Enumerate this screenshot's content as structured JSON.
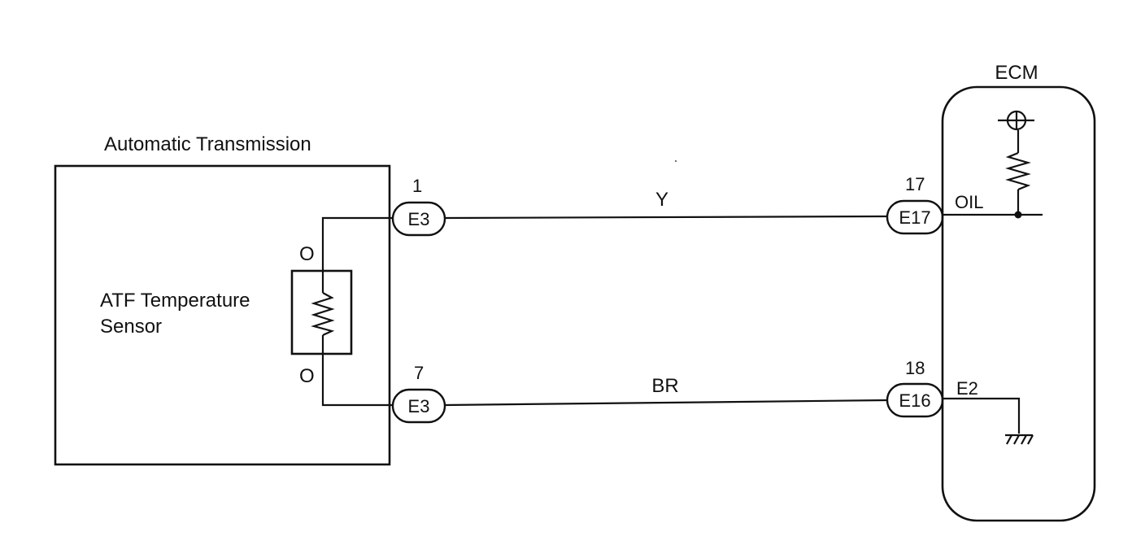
{
  "colors": {
    "line": "#111111",
    "background": "#ffffff"
  },
  "transmission": {
    "title": "Automatic Transmission",
    "sensor_label_line1": "ATF Temperature",
    "sensor_label_line2": "Sensor",
    "wire_color_top": "O",
    "wire_color_bottom": "O"
  },
  "ecm": {
    "title": "ECM",
    "terminal_oil": "OIL",
    "terminal_e2": "E2"
  },
  "connectors": {
    "left_top": {
      "pin": "1",
      "name": "E3"
    },
    "left_bottom": {
      "pin": "7",
      "name": "E3"
    },
    "right_top": {
      "pin": "17",
      "name": "E17"
    },
    "right_bottom": {
      "pin": "18",
      "name": "E16"
    }
  },
  "wires": {
    "top": {
      "color_code": "Y"
    },
    "bottom": {
      "color_code": "BR"
    }
  },
  "icons": {
    "sensor": "resistor-icon",
    "pullup": "resistor-icon",
    "supply": "voltage-source-icon",
    "ground": "ground-icon",
    "junction": "junction-dot-icon"
  }
}
